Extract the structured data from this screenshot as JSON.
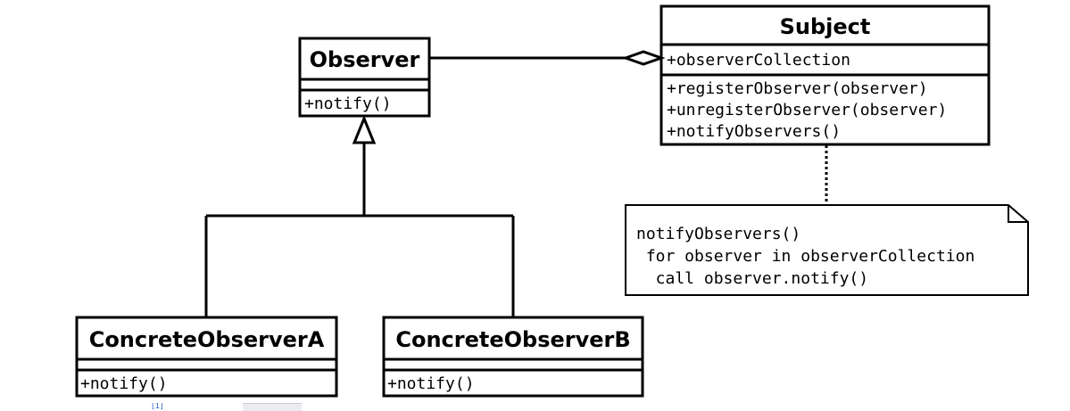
{
  "classes": {
    "observer": {
      "name": "Observer",
      "operations": [
        "+notify()"
      ]
    },
    "subject": {
      "name": "Subject",
      "attributes": [
        "+observerCollection"
      ],
      "operations": [
        "+registerObserver(observer)",
        "+unregisterObserver(observer)",
        "+notifyObservers()"
      ]
    },
    "concrete_a": {
      "name": "ConcreteObserverA",
      "operations": [
        "+notify()"
      ]
    },
    "concrete_b": {
      "name": "ConcreteObserverB",
      "operations": [
        "+notify()"
      ]
    }
  },
  "note": {
    "lines": [
      "notifyObservers()",
      " for observer in observerCollection",
      "  call observer.notify()"
    ]
  },
  "footer_fragment": "[1]",
  "colors": {
    "line": "#000000",
    "background": "#ffffff",
    "link": "#3366cc"
  }
}
